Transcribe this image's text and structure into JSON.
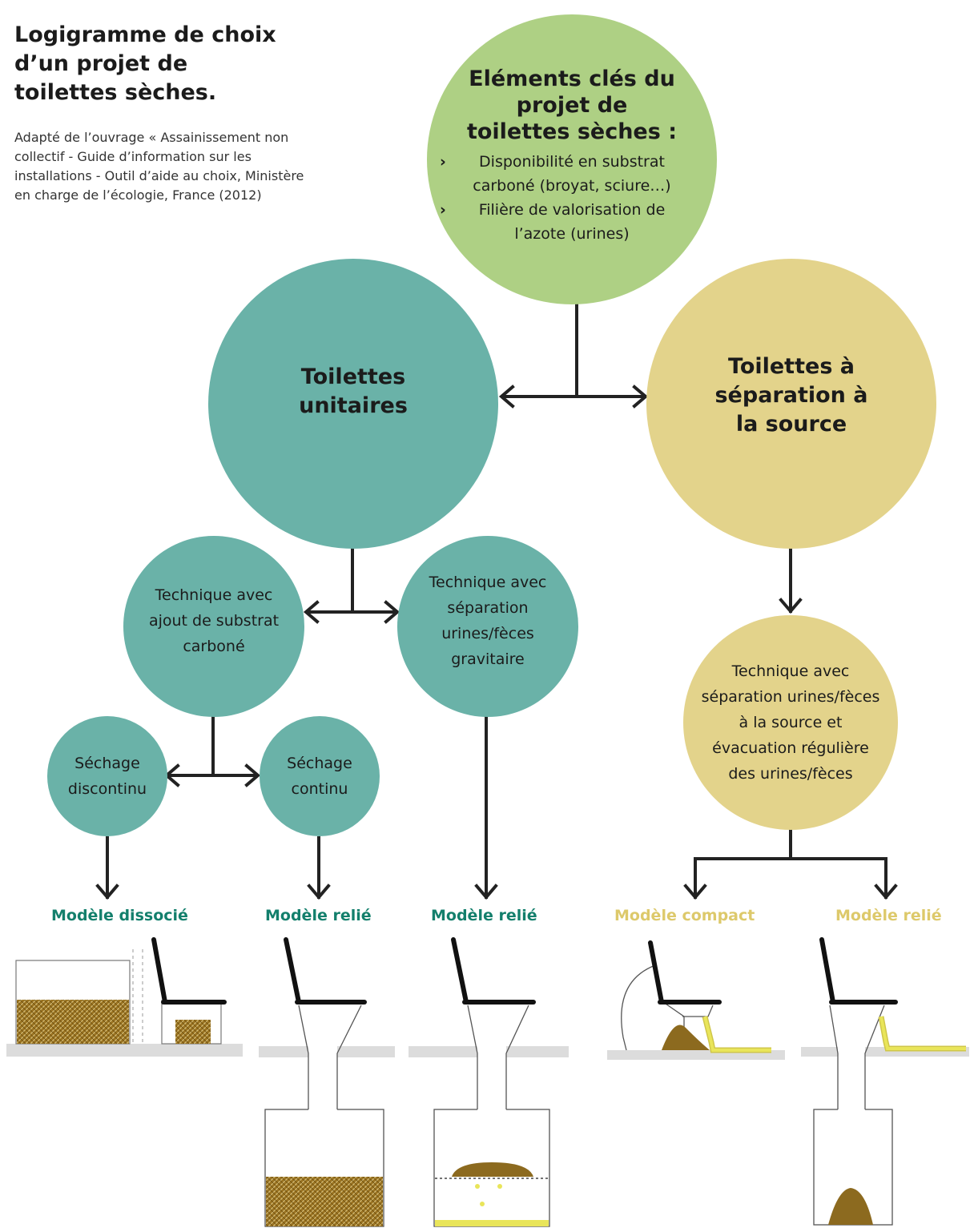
{
  "header": {
    "title": "Logigramme de choix d’un projet de toilettes sèches.",
    "source": "Adapté de l’ouvrage « Assainissement non collectif - Guide d’information sur les installations - Outil d’aide au choix, Ministère en charge de l’écologie, France (2012)"
  },
  "nodes": {
    "key_elements": {
      "title": "Eléments clés du projet de toilettes sèches :",
      "bullets": [
        "Disponibilité en substrat carboné (broyat, sciure…)",
        "Filière de valorisation de l’azote (urines)"
      ]
    },
    "unitary": {
      "title": "Toilettes unitaires"
    },
    "separation": {
      "title": "Toilettes à séparation à la source"
    },
    "carbon_substrate": {
      "text": "Technique avec ajout de substrat carboné"
    },
    "gravity_separation": {
      "text": "Technique avec séparation urines/fèces gravitaire"
    },
    "source_separation": {
      "text": "Technique avec séparation urines/fèces à la source et évacuation régulière des urines/fèces"
    },
    "discontinuous_drying": {
      "text": "Séchage discontinu"
    },
    "continuous_drying": {
      "text": "Séchage continu"
    }
  },
  "models": [
    {
      "label": "Modèle dissocié",
      "group": "unitaires"
    },
    {
      "label": "Modèle relié",
      "group": "unitaires"
    },
    {
      "label": "Modèle relié",
      "group": "unitaires"
    },
    {
      "label": "Modèle compact",
      "group": "séparation"
    },
    {
      "label": "Modèle relié",
      "group": "séparation"
    }
  ],
  "colors": {
    "teal": "#6ab2a8",
    "green": "#aed084",
    "yellow": "#e3d38b",
    "label_teal": "#137f6c",
    "label_yellow": "#ddc96b",
    "compost": "#8c6a1f",
    "urine": "#e9e55a"
  }
}
